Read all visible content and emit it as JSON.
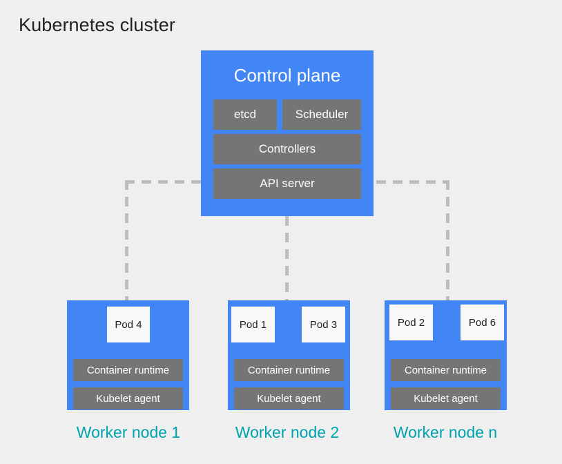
{
  "page": {
    "title": "Kubernetes cluster",
    "background_color": "#efefef"
  },
  "colors": {
    "node_blue": "#4285f4",
    "component_gray": "#757575",
    "pod_white": "#f8f8f8",
    "label_teal": "#00a3ad",
    "connector_gray": "#bdbdbd",
    "title_text": "#202124"
  },
  "control_plane": {
    "title": "Control plane",
    "components": [
      {
        "label": "etcd"
      },
      {
        "label": "Scheduler"
      },
      {
        "label": "Controllers"
      },
      {
        "label": "API server"
      }
    ]
  },
  "worker_nodes": [
    {
      "label": "Worker node 1",
      "pods": [
        {
          "label": "Pod 4"
        }
      ],
      "runtime": "Container runtime",
      "kubelet": "Kubelet agent"
    },
    {
      "label": "Worker node 2",
      "pods": [
        {
          "label": "Pod 1"
        },
        {
          "label": "Pod 3"
        }
      ],
      "runtime": "Container runtime",
      "kubelet": "Kubelet agent"
    },
    {
      "label": "Worker node n",
      "pods": [
        {
          "label": "Pod 2"
        },
        {
          "label": "Pod 6"
        }
      ],
      "runtime": "Container runtime",
      "kubelet": "Kubelet agent"
    }
  ],
  "connectors": {
    "style": "dashed",
    "from": "API server",
    "to": [
      "Worker node 1",
      "Worker node 2",
      "Worker node n"
    ]
  }
}
